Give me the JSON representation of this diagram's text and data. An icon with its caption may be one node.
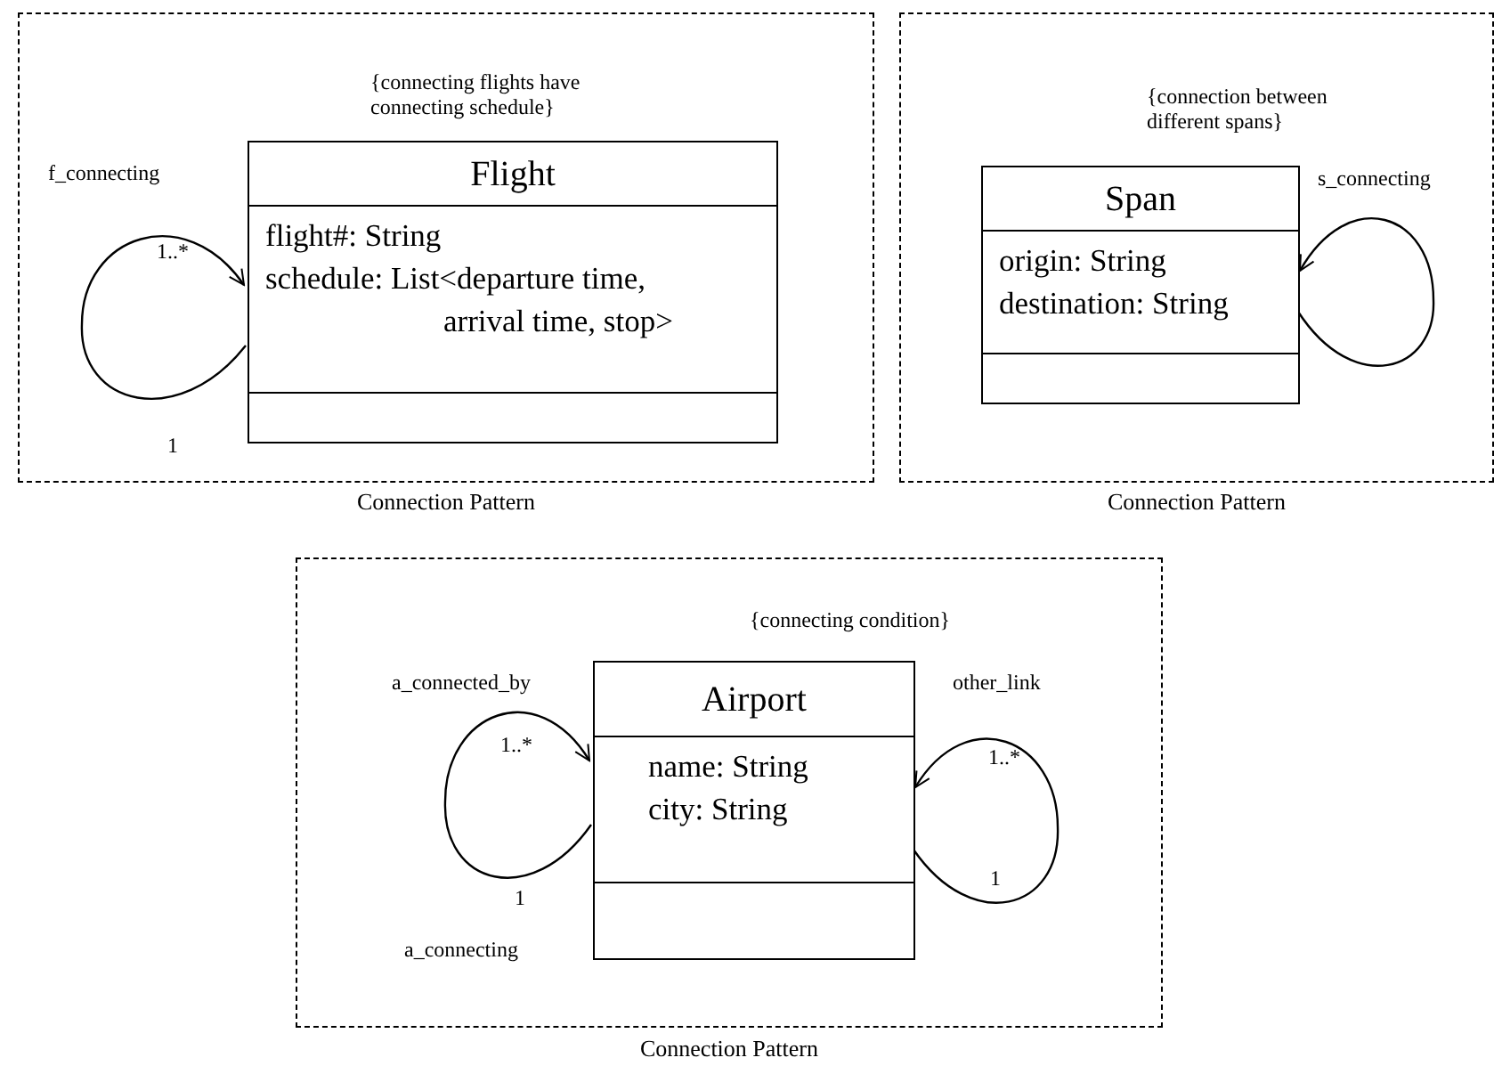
{
  "diagram": {
    "nodes": [
      {
        "text": [
          "Connection Pattern"
        ]
      },
      {
        "text": [
          "Flight",
          "flight#: String",
          "schedule: List<departure time, arrival time, stop>"
        ],
        "in": 0,
        "beside": [
          "{connecting flights have connecting schedule}"
        ]
      },
      {
        "text": [
          "Connection Pattern"
        ]
      },
      {
        "text": [
          "Span",
          "origin: String",
          "destination: String"
        ],
        "in": 2,
        "beside": [
          "{connection between different spans}"
        ]
      },
      {
        "text": [
          "Connection Pattern"
        ]
      },
      {
        "text": [
          "Airport",
          "name:  String",
          "city: String"
        ],
        "in": 4,
        "beside": [
          "{connecting condition}"
        ]
      }
    ],
    "edges": [
      {
        "from": 1,
        "to": 1,
        "arrow": "to",
        "label": "f_connecting"
      },
      {
        "from": 3,
        "to": 3,
        "arrow": "to",
        "label": "s_connecting"
      },
      {
        "from": 5,
        "to": 5,
        "arrow": "to",
        "label": "a_connected_by"
      },
      {
        "from": 5,
        "to": 5,
        "arrow": "to",
        "label": "other_link"
      }
    ],
    "labels": [
      "1..*",
      "1",
      "1..*",
      "1",
      "a_connecting",
      "1..*",
      "1"
    ]
  }
}
